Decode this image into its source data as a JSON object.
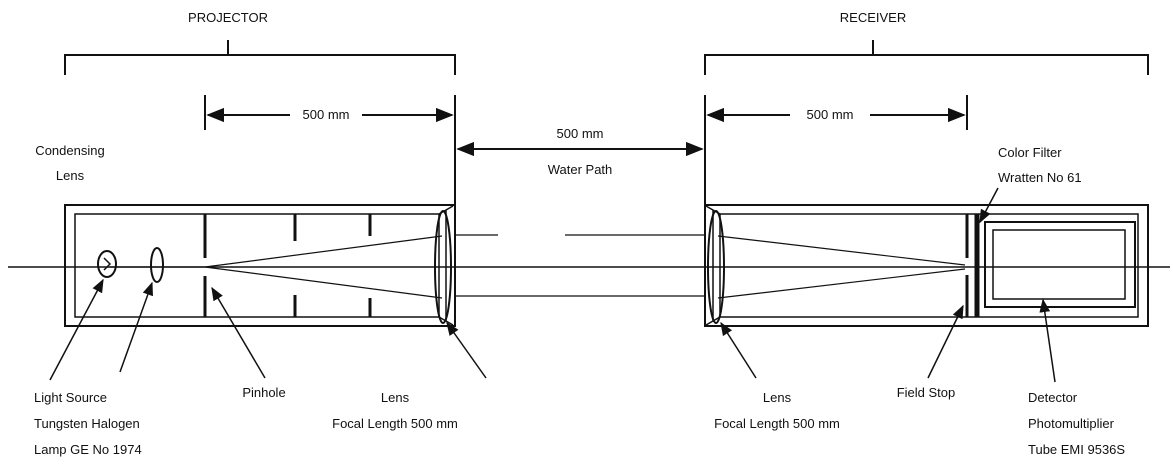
{
  "sections": {
    "projector": "PROJECTOR",
    "receiver": "RECEIVER"
  },
  "dimensions": {
    "projector_span": "500 mm",
    "water_span": "500 mm",
    "water_label": "Water Path",
    "receiver_span": "500 mm"
  },
  "labels": {
    "condensing_lens": [
      "Condensing",
      "Lens"
    ],
    "color_filter": [
      "Color Filter",
      "Wratten No  61"
    ],
    "light_source": [
      "Light Source",
      "Tungsten Halogen",
      "Lamp GE No  1974"
    ],
    "pinhole": "Pinhole",
    "projector_lens": [
      "Lens",
      "Focal Length 500 mm"
    ],
    "receiver_lens": [
      "Lens",
      "Focal Length 500 mm"
    ],
    "field_stop": "Field Stop",
    "detector": [
      "Detector",
      "Photomultiplier",
      "Tube EMI 9536S"
    ]
  }
}
